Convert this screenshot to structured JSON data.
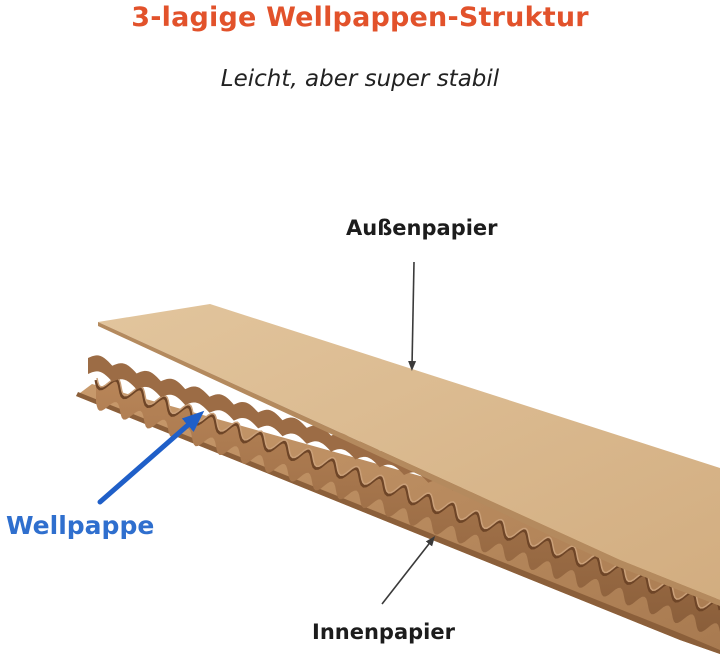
{
  "header": {
    "title": "3-lagige Wellpappen-Struktur",
    "subtitle": "Leicht, aber super stabil"
  },
  "labels": {
    "outer_paper": "Außenpapier",
    "fluting": "Wellpappe",
    "inner_paper": "Innenpapier"
  },
  "colors": {
    "title": "#e2522b",
    "fluting_label": "#2f6fce",
    "fluting_arrow": "#1f5fc8",
    "outer_sheet": "#d8b68b",
    "flute_layer": "#a8784f",
    "inner_sheet": "#b9895e",
    "pointer_arrow": "#3a3a3a"
  }
}
